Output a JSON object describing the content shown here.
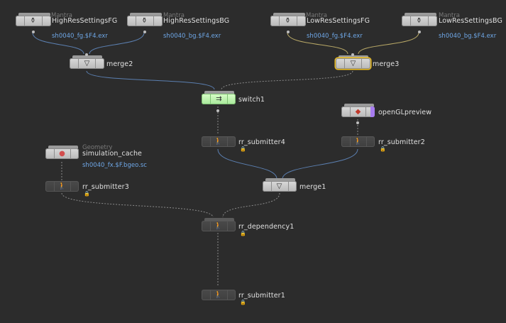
{
  "network": {
    "nodes": {
      "high_fg": {
        "type": "Mantra",
        "name": "HighResSettingsFG",
        "path": "sh0040_fg.$F4.exr",
        "icon": "mantra-render-icon"
      },
      "high_bg": {
        "type": "Mantra",
        "name": "HighResSettingsBG",
        "path": "sh0040_bg.$F4.exr",
        "icon": "mantra-render-icon"
      },
      "low_fg": {
        "type": "Mantra",
        "name": "LowResSettingsFG",
        "path": "sh0040_fg.$F4.exr",
        "icon": "mantra-render-icon"
      },
      "low_bg": {
        "type": "Mantra",
        "name": "LowResSettingsBG",
        "path": "sh0040_bg.$F4.exr",
        "icon": "mantra-render-icon"
      },
      "merge2": {
        "name": "merge2",
        "icon": "merge-funnel-icon"
      },
      "merge3": {
        "name": "merge3",
        "icon": "merge-funnel-icon"
      },
      "switch1": {
        "name": "switch1",
        "icon": "switch-icon"
      },
      "opengl": {
        "name": "openGLpreview",
        "icon": "opengl-icon"
      },
      "rr_sub4": {
        "name": "rr_submitter4",
        "icon": "submitter-figure-icon"
      },
      "rr_sub2": {
        "name": "rr_submitter2",
        "icon": "submitter-figure-icon"
      },
      "sim_cache": {
        "type": "Geometry",
        "name": "simulation_cache",
        "path": "sh0040_fx.$F.bgeo.sc",
        "icon": "geometry-icon"
      },
      "rr_sub3": {
        "name": "rr_submitter3",
        "icon": "submitter-figure-icon"
      },
      "merge1": {
        "name": "merge1",
        "icon": "merge-funnel-icon"
      },
      "rr_dep1": {
        "name": "rr_dependency1",
        "icon": "submitter-figure-icon"
      },
      "rr_sub1": {
        "name": "rr_submitter1",
        "icon": "submitter-figure-icon"
      }
    },
    "colors": {
      "wire_blue": "#5b7fb0",
      "wire_yellow": "#b8a866",
      "wire_gray": "#8a8a8a",
      "selected_outline": "#f0c020",
      "active_green": "#a7e89a",
      "path_text": "#6fa8e8"
    }
  }
}
